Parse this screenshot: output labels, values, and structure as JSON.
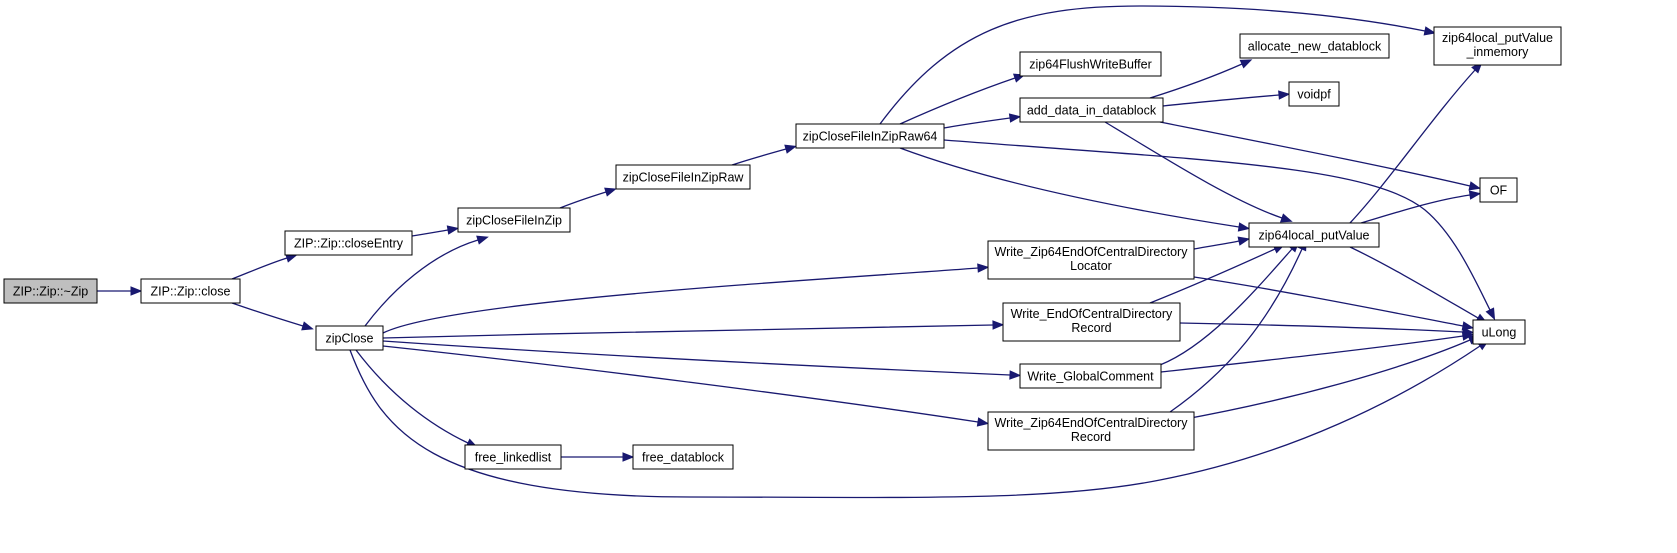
{
  "nodes": {
    "zip_destructor": {
      "label": "ZIP::Zip::~Zip",
      "root": true
    },
    "zip_close_method": {
      "label": "ZIP::Zip::close"
    },
    "close_entry": {
      "label": "ZIP::Zip::closeEntry"
    },
    "zip_close": {
      "label": "zipClose"
    },
    "zip_close_file_in_zip": {
      "label": "zipCloseFileInZip"
    },
    "zip_close_file_in_zip_raw": {
      "label": "zipCloseFileInZipRaw"
    },
    "zip_close_file_in_zip_raw64": {
      "label": "zipCloseFileInZipRaw64"
    },
    "zip64_flush_write_buffer": {
      "label": "zip64FlushWriteBuffer"
    },
    "add_data_in_datablock": {
      "label": "add_data_in_datablock"
    },
    "allocate_new_datablock": {
      "label": "allocate_new_datablock"
    },
    "voidpf": {
      "label": "voidpf"
    },
    "zip64local_putvalue_inmemory": {
      "lines": [
        "zip64local_putValue",
        "_inmemory"
      ]
    },
    "of": {
      "label": "OF"
    },
    "zip64local_putvalue": {
      "label": "zip64local_putValue"
    },
    "ulong": {
      "label": "uLong"
    },
    "write_zip64_eocd_locator": {
      "lines": [
        "Write_Zip64EndOfCentralDirectory",
        "Locator"
      ]
    },
    "write_eocd_record": {
      "lines": [
        "Write_EndOfCentralDirectory",
        "Record"
      ]
    },
    "write_global_comment": {
      "label": "Write_GlobalComment"
    },
    "write_zip64_eocd_record": {
      "lines": [
        "Write_Zip64EndOfCentralDirectory",
        "Record"
      ]
    },
    "free_linkedlist": {
      "label": "free_linkedlist"
    },
    "free_datablock": {
      "label": "free_datablock"
    }
  },
  "edges": [
    [
      "zip_destructor",
      "zip_close_method"
    ],
    [
      "zip_close_method",
      "close_entry"
    ],
    [
      "zip_close_method",
      "zip_close"
    ],
    [
      "close_entry",
      "zip_close_file_in_zip"
    ],
    [
      "zip_close",
      "zip_close_file_in_zip"
    ],
    [
      "zip_close_file_in_zip",
      "zip_close_file_in_zip_raw"
    ],
    [
      "zip_close_file_in_zip_raw",
      "zip_close_file_in_zip_raw64"
    ],
    [
      "zip_close_file_in_zip_raw64",
      "zip64local_putvalue_inmemory"
    ],
    [
      "zip_close_file_in_zip_raw64",
      "zip64_flush_write_buffer"
    ],
    [
      "zip_close_file_in_zip_raw64",
      "add_data_in_datablock"
    ],
    [
      "zip_close_file_in_zip_raw64",
      "zip64local_putvalue"
    ],
    [
      "zip_close_file_in_zip_raw64",
      "ulong"
    ],
    [
      "add_data_in_datablock",
      "allocate_new_datablock"
    ],
    [
      "add_data_in_datablock",
      "voidpf"
    ],
    [
      "add_data_in_datablock",
      "of"
    ],
    [
      "add_data_in_datablock",
      "zip64local_putvalue"
    ],
    [
      "zip64local_putvalue",
      "zip64local_putvalue_inmemory"
    ],
    [
      "zip64local_putvalue",
      "of"
    ],
    [
      "zip64local_putvalue",
      "ulong"
    ],
    [
      "zip_close",
      "write_zip64_eocd_locator"
    ],
    [
      "zip_close",
      "write_eocd_record"
    ],
    [
      "zip_close",
      "write_global_comment"
    ],
    [
      "zip_close",
      "write_zip64_eocd_record"
    ],
    [
      "zip_close",
      "free_linkedlist"
    ],
    [
      "zip_close",
      "ulong"
    ],
    [
      "write_zip64_eocd_locator",
      "zip64local_putvalue"
    ],
    [
      "write_zip64_eocd_locator",
      "ulong"
    ],
    [
      "write_eocd_record",
      "zip64local_putvalue"
    ],
    [
      "write_eocd_record",
      "ulong"
    ],
    [
      "write_global_comment",
      "zip64local_putvalue"
    ],
    [
      "write_global_comment",
      "ulong"
    ],
    [
      "write_zip64_eocd_record",
      "zip64local_putvalue"
    ],
    [
      "write_zip64_eocd_record",
      "ulong"
    ],
    [
      "free_linkedlist",
      "free_datablock"
    ]
  ]
}
